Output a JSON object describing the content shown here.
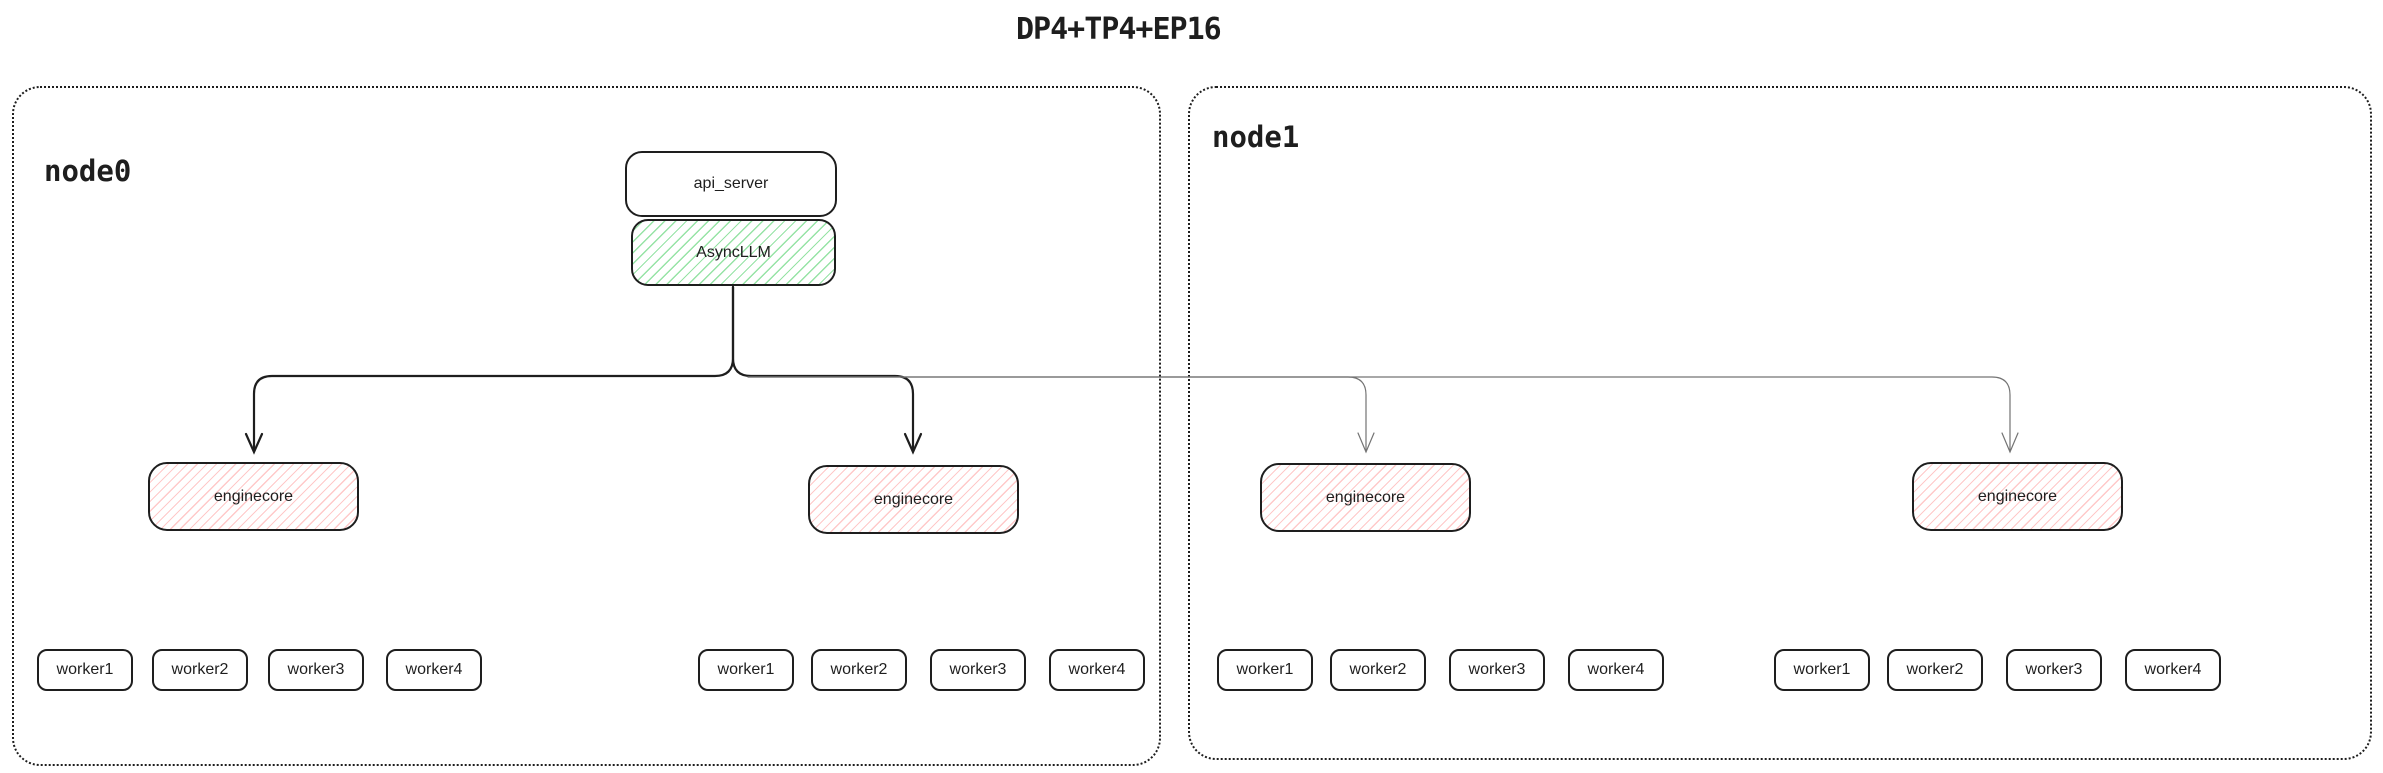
{
  "title": "DP4+TP4+EP16",
  "colors": {
    "ink": "#1e1e1e",
    "thin_connector": "#737373",
    "green_hatch": "#96e3a5",
    "red_hatch": "#ffc9c9",
    "background": "#ffffff"
  },
  "stack": {
    "api_server": "api_server",
    "async_llm": "AsyncLLM"
  },
  "enginecore_label": "enginecore",
  "nodes": [
    {
      "label": "node0",
      "worker_groups": [
        [
          "worker1",
          "worker2",
          "worker3",
          "worker4"
        ],
        [
          "worker1",
          "worker2",
          "worker3",
          "worker4"
        ]
      ]
    },
    {
      "label": "node1",
      "worker_groups": [
        [
          "worker1",
          "worker2",
          "worker3",
          "worker4"
        ],
        [
          "worker1",
          "worker2",
          "worker3",
          "worker4"
        ]
      ]
    }
  ]
}
